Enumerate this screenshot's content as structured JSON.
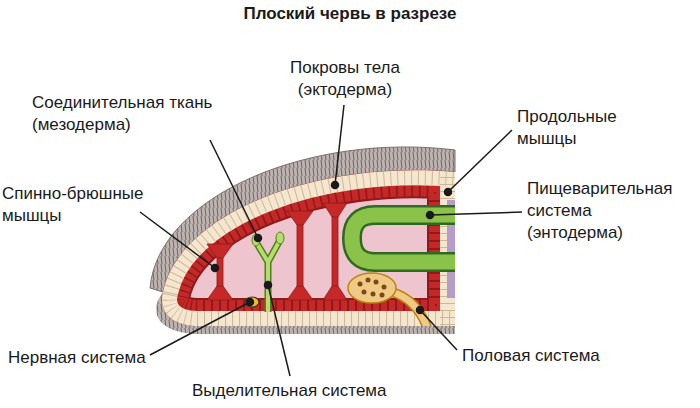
{
  "diagram": {
    "title": "Плоский червь в разрезе",
    "labels": [
      "Покровы тела (эктодерма)",
      "Соединительная ткань (мезодерма)",
      "Продольные мышцы",
      "Спинно-брюшные мышцы",
      "Пищеварительная система (энтодерма)",
      "Нервная система",
      "Половая система",
      "Выделительная система"
    ]
  }
}
